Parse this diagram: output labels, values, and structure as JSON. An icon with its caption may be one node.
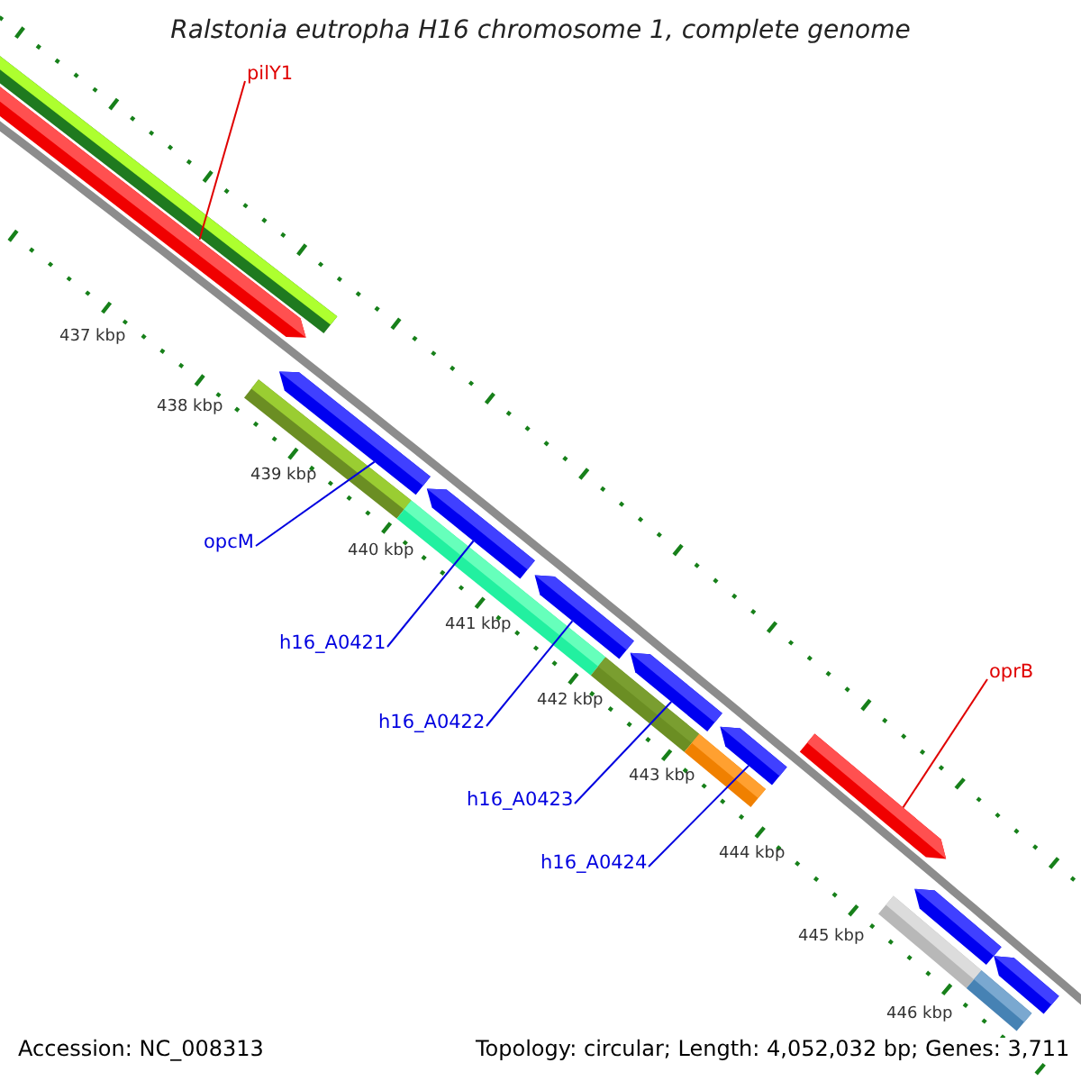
{
  "diagram": {
    "title": "Ralstonia eutropha H16 chromosome 1, complete genome",
    "nodes": [
      {
        "text": [
          "pilY1"
        ]
      },
      {
        "text": [
          "opcM"
        ]
      },
      {
        "text": [
          "h16_A0421"
        ]
      },
      {
        "text": [
          "h16_A0422"
        ]
      },
      {
        "text": [
          "h16_A0423"
        ]
      },
      {
        "text": [
          "h16_A0424"
        ]
      },
      {
        "text": [
          "oprB"
        ]
      },
      {
        "text": [],
        "shape": "bar"
      },
      {
        "text": [],
        "shape": "arrow"
      },
      {
        "text": [],
        "shape": "bar"
      },
      {
        "text": [],
        "shape": "arrow"
      },
      {
        "text": [],
        "shape": "bar"
      },
      {
        "text": [],
        "shape": "arrow"
      },
      {
        "text": [],
        "shape": "arrow"
      },
      {
        "text": [],
        "shape": "bar"
      },
      {
        "text": [],
        "shape": "arrow"
      },
      {
        "text": [],
        "shape": "bar"
      },
      {
        "text": [],
        "shape": "arrow"
      },
      {
        "text": [],
        "shape": "arrow"
      },
      {
        "text": [],
        "shape": "bar"
      },
      {
        "text": [],
        "shape": "arrow"
      },
      {
        "text": [],
        "shape": "bar"
      },
      {
        "text": [],
        "shape": "arrow"
      }
    ],
    "edges": [
      {
        "from": 0,
        "to": 8,
        "arrow": "none",
        "color": "#e00000"
      },
      {
        "from": 1,
        "to": 10,
        "arrow": "none"
      },
      {
        "from": 2,
        "to": 12,
        "arrow": "none"
      },
      {
        "from": 3,
        "to": 13,
        "arrow": "none"
      },
      {
        "from": 4,
        "to": 15,
        "arrow": "none"
      },
      {
        "from": 5,
        "to": 17,
        "arrow": "none"
      },
      {
        "from": 6,
        "to": 18,
        "arrow": "none",
        "color": "#e00000"
      }
    ],
    "labels": [
      "437 kbp",
      "438 kbp",
      "439 kbp",
      "440 kbp",
      "441 kbp",
      "442 kbp",
      "443 kbp",
      "444 kbp",
      "445 kbp",
      "446 kbp",
      "Accession: NC_008313",
      "Topology: circular; Length: 4,052,032 bp; Genes: 3,711"
    ]
  }
}
